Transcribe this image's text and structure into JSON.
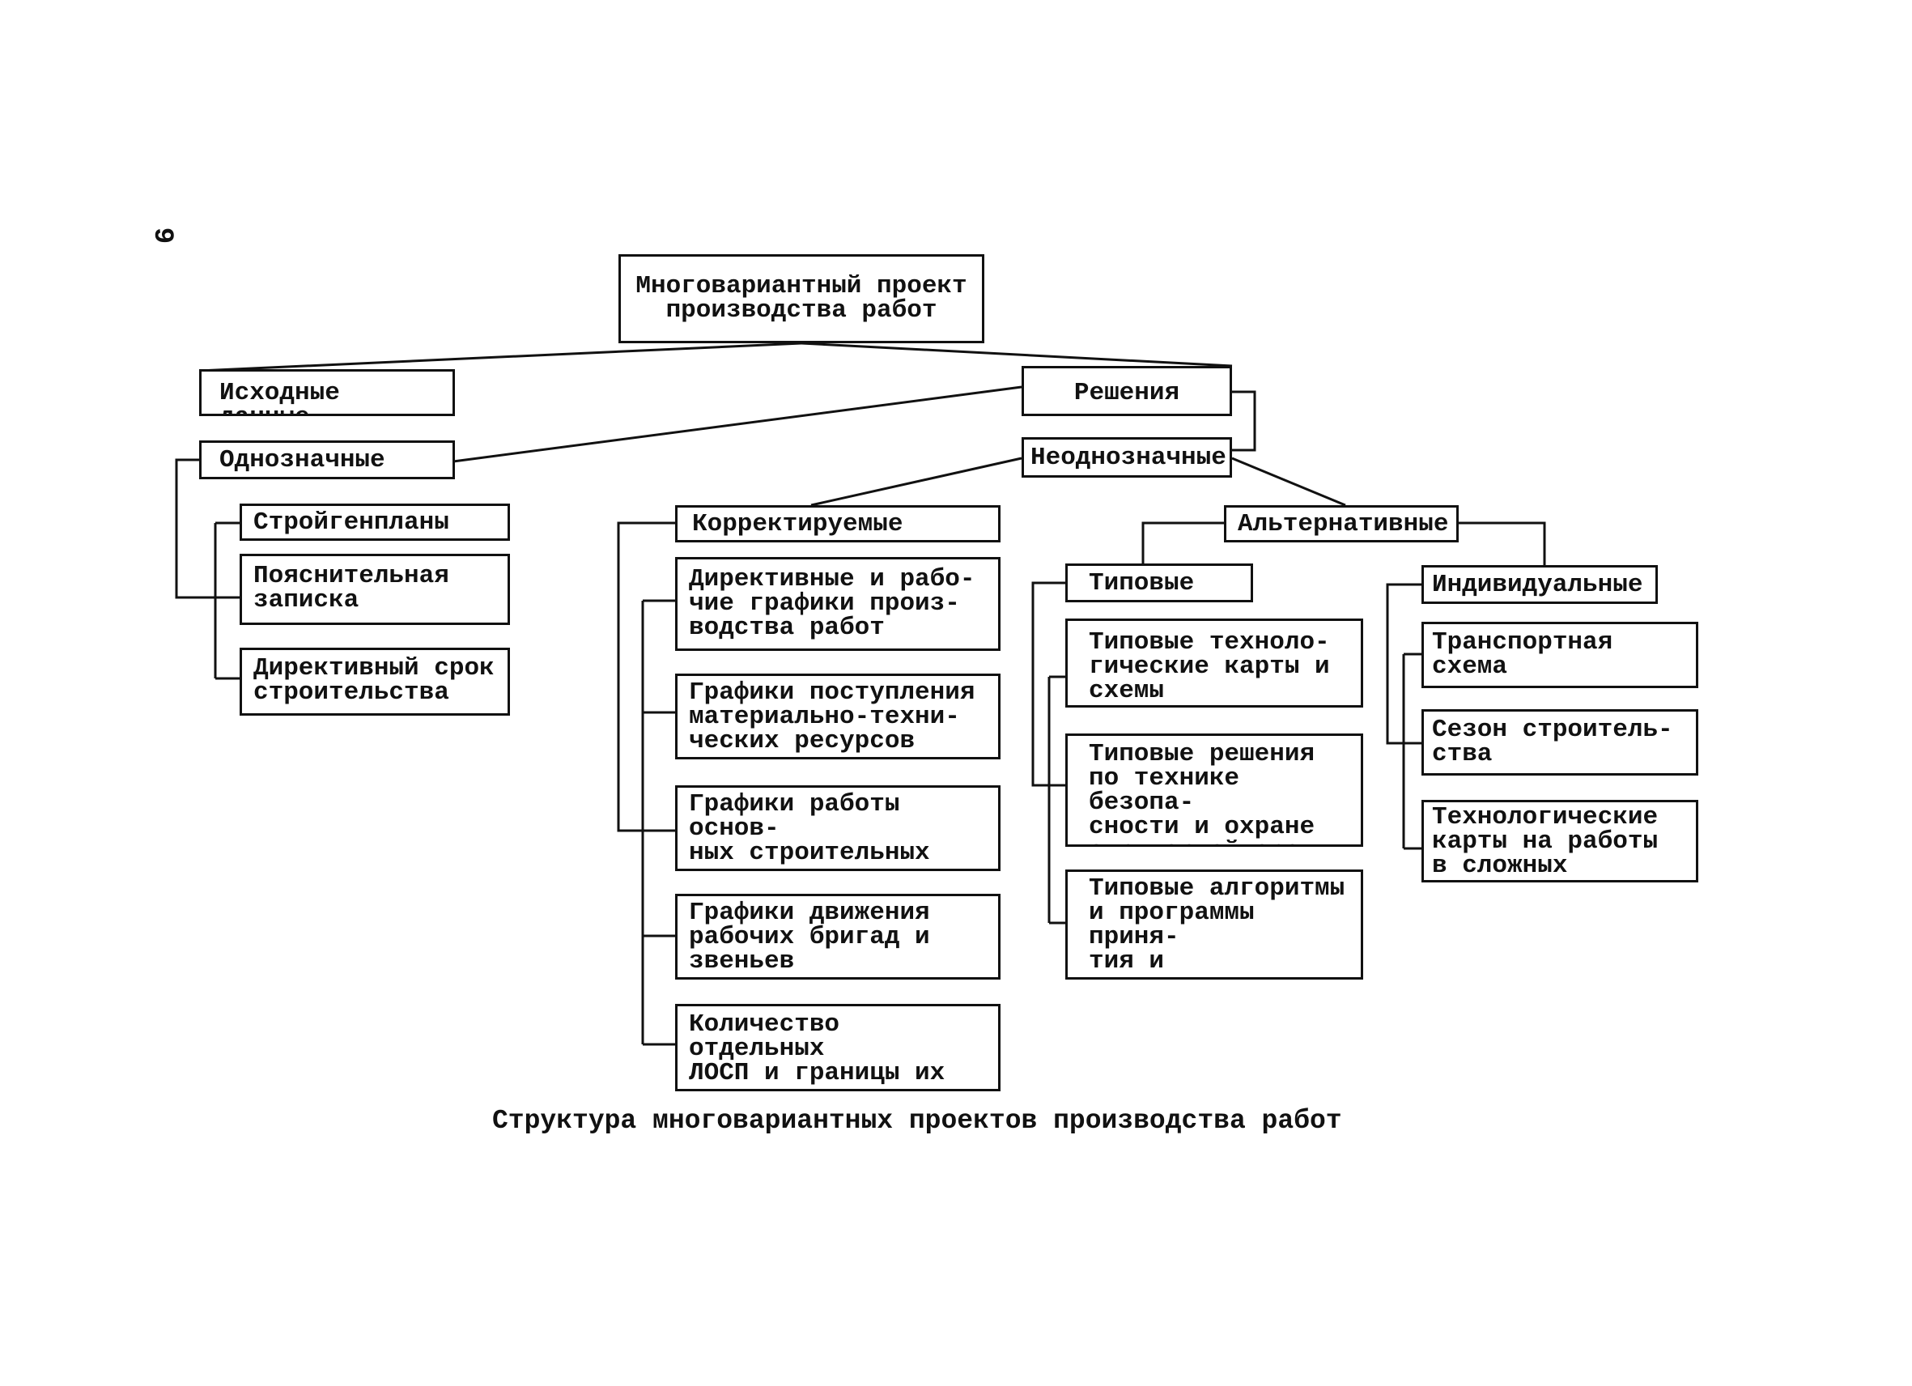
{
  "page_number": "9",
  "caption": "Структура многовариантных проектов производства работ",
  "nodes": {
    "root": "Многовариантный проект\nпроизводства работ",
    "input_data": "Исходные данные",
    "decisions": "Решения",
    "unambiguous": "Однозначные",
    "ambiguous": "Неоднозначные",
    "site_plans": "Стройгенпланы",
    "explanatory_note": "Пояснительная\nзаписка",
    "directive_term": "Директивный срок\nстроительства",
    "adjustable": "Корректируемые",
    "directive_schedules": "Директивные и рабо-\nчие графики произ-\nводства работ",
    "supply_schedules": "Графики поступления\nматериально-техни-\nческих ресурсов",
    "machine_schedules": "Графики работы основ-\nных  строительных\nмашин",
    "brigade_schedules": "Графики движения\nрабочих бригад и\nзвеньев",
    "losp_count": "Количество отдельных\nЛОСП и границы их\nосуществления",
    "alternative": "Альтернативные",
    "typical": "Типовые",
    "individual": "Индивидуальные",
    "typical_tech_cards": "Типовые техноло-\nгические карты и\nсхемы",
    "typical_safety": "Типовые решения\nпо технике безопа-\nсности и охране\nокружающей среды",
    "typical_algorithms": "Типовые алгоритмы\nи программы приня-\nтия и корректиров-\nки решений",
    "transport_scheme": "Транспортная\nсхема",
    "construction_season": "Сезон строитель-\nства",
    "complex_tech_cards": "Технологические\nкарты на работы\nв сложных условиях"
  },
  "colors": {
    "line": "#111111",
    "background": "#ffffff"
  }
}
